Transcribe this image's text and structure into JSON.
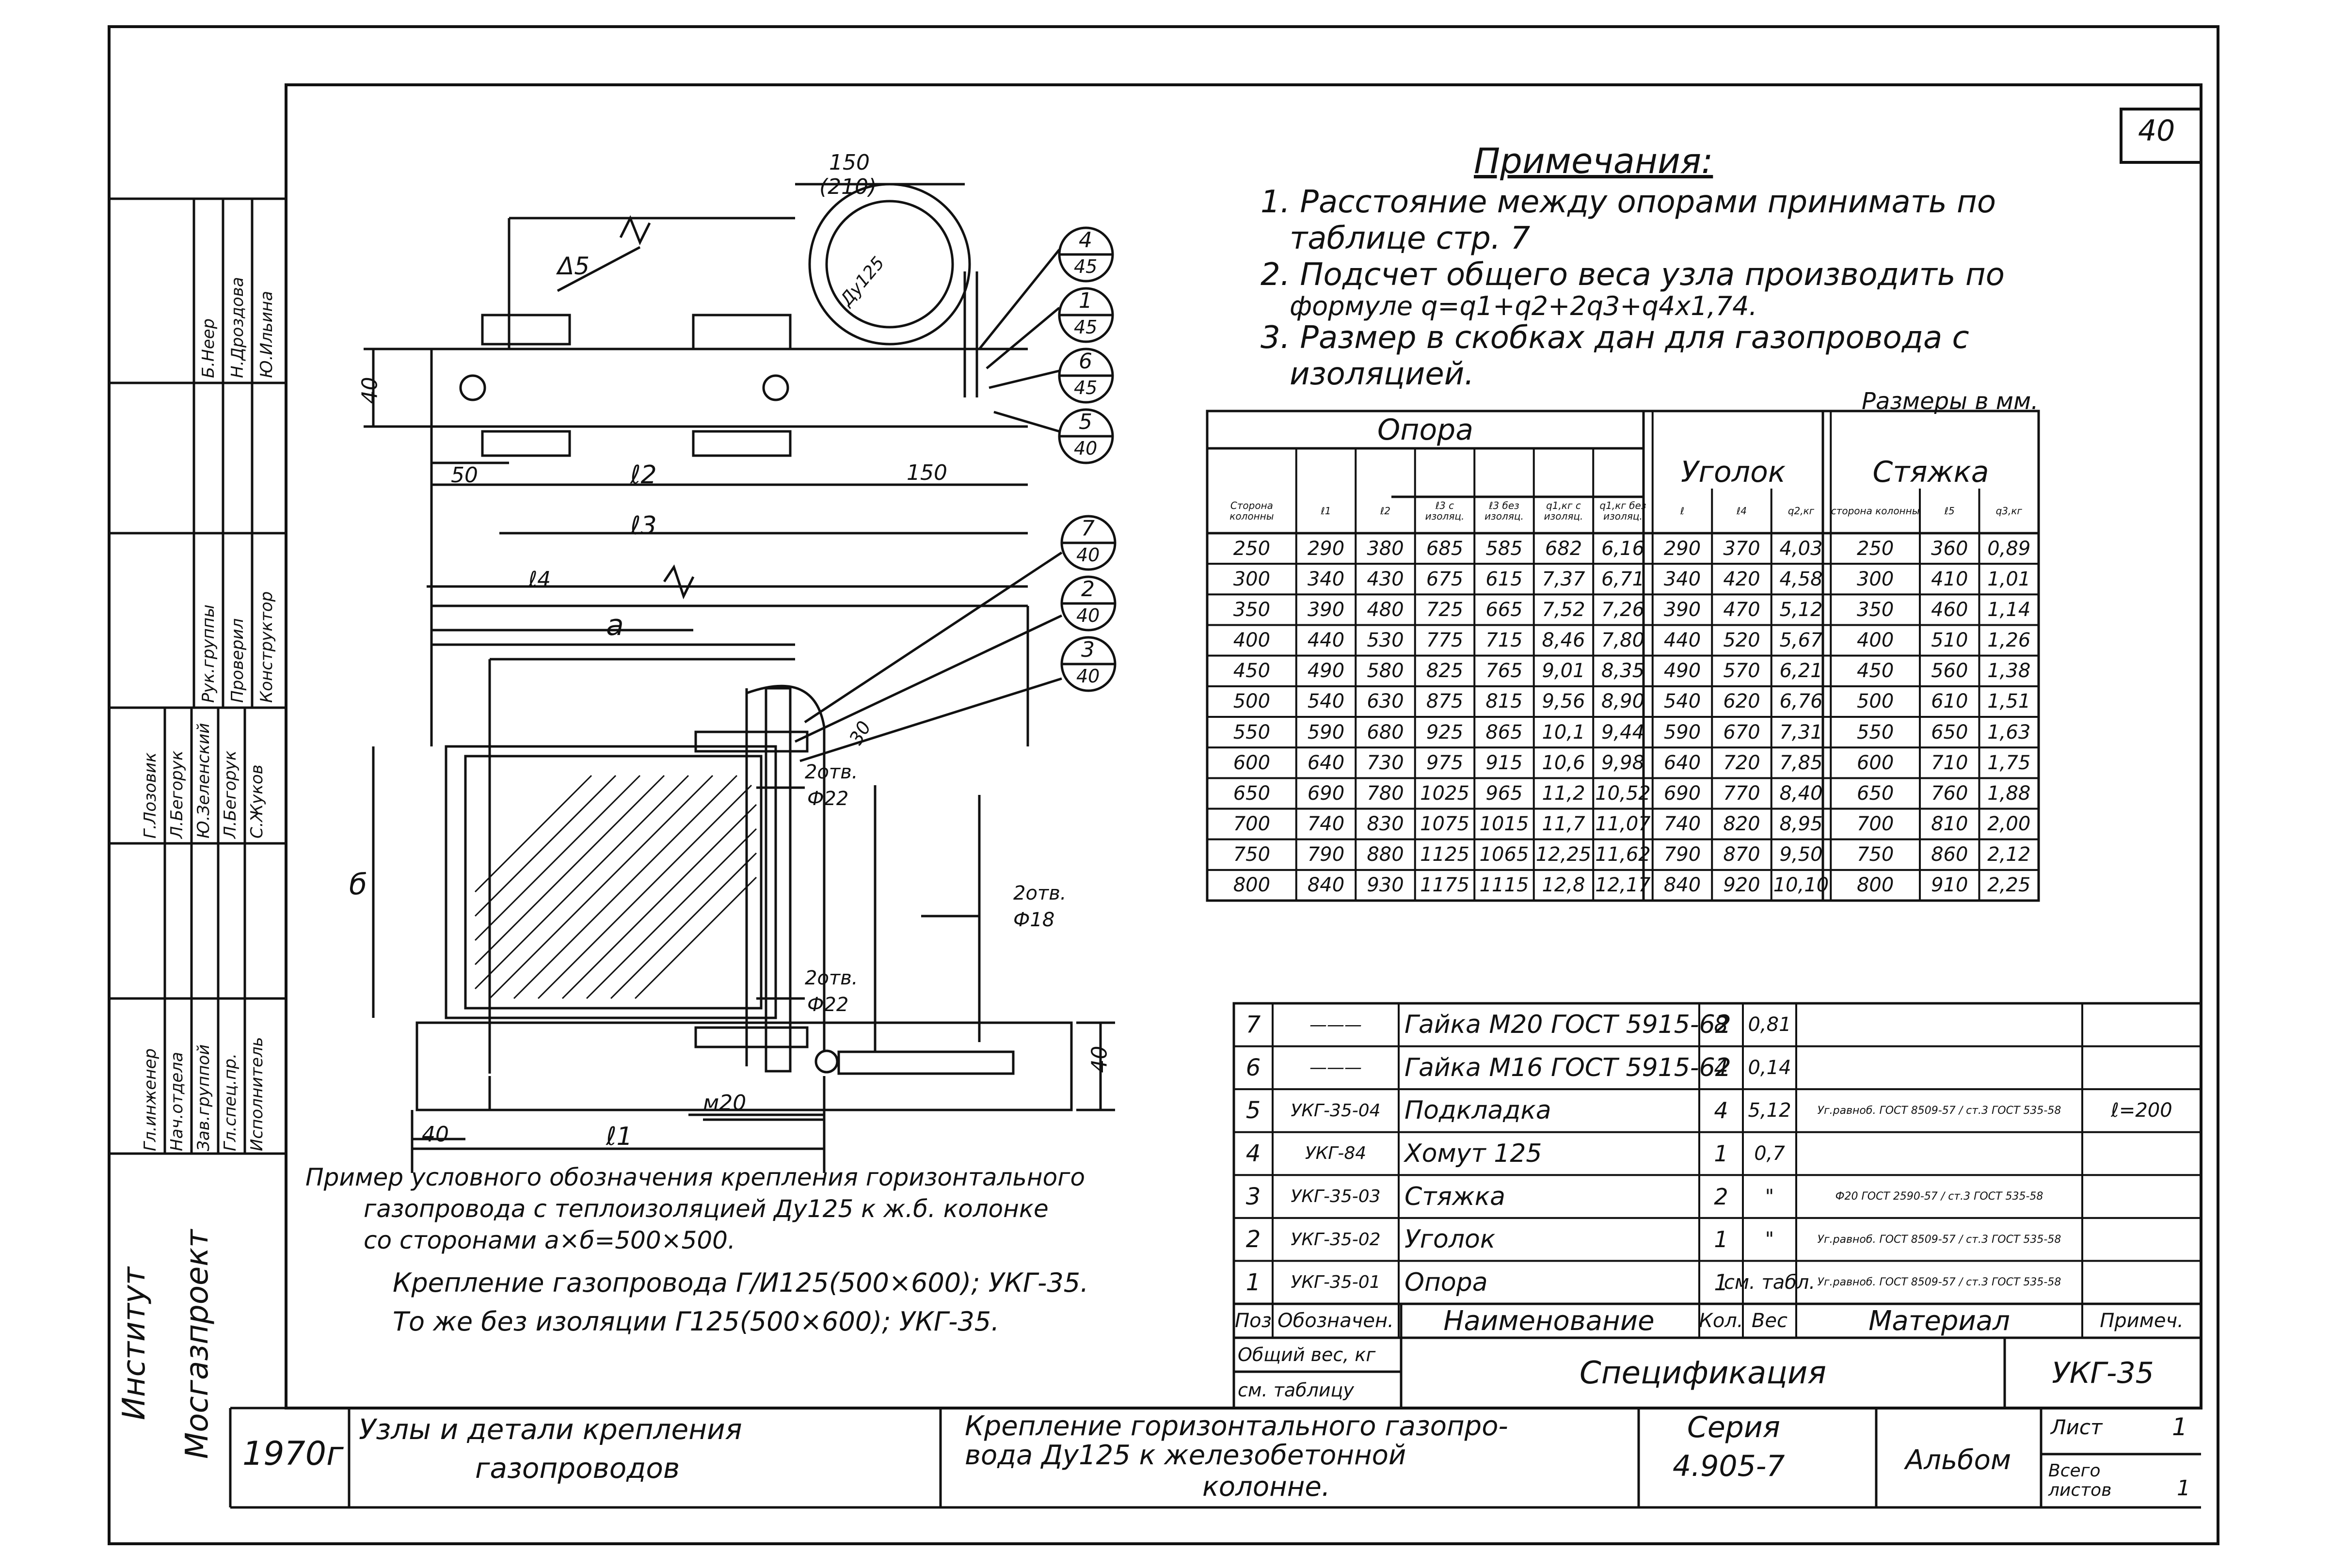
{
  "sheet_number": "40",
  "notes": {
    "title": "Примечания:",
    "items": [
      "1. Расстояние между опорами принимать по",
      "таблице стр. 7",
      "2. Подсчет общего веса узла производить по",
      "формуле q=q1+q2+2q3+q4x1,74.",
      "3. Размер в скобках дан для газопровода с",
      "изоляцией."
    ]
  },
  "dims_label": "Размеры в мм.",
  "dims_table": {
    "group_headers": [
      "Опора",
      "Уголок",
      "Стяжка"
    ],
    "sub_headers": [
      "Сторона колонны",
      "ℓ1",
      "ℓ2",
      "ℓ3 с изоляц.",
      "ℓ3 без изоляц.",
      "q1,кг с изоляц.",
      "q1,кг без изоляц.",
      "ℓ",
      "ℓ4",
      "q2,кг",
      "сторона колонны",
      "ℓ5",
      "q3,кг"
    ],
    "rows": [
      [
        "250",
        "290",
        "380",
        "685",
        "585",
        "682",
        "6,16",
        "290",
        "370",
        "4,03",
        "250",
        "360",
        "0,89"
      ],
      [
        "300",
        "340",
        "430",
        "675",
        "615",
        "7,37",
        "6,71",
        "340",
        "420",
        "4,58",
        "300",
        "410",
        "1,01"
      ],
      [
        "350",
        "390",
        "480",
        "725",
        "665",
        "7,52",
        "7,26",
        "390",
        "470",
        "5,12",
        "350",
        "460",
        "1,14"
      ],
      [
        "400",
        "440",
        "530",
        "775",
        "715",
        "8,46",
        "7,80",
        "440",
        "520",
        "5,67",
        "400",
        "510",
        "1,26"
      ],
      [
        "450",
        "490",
        "580",
        "825",
        "765",
        "9,01",
        "8,35",
        "490",
        "570",
        "6,21",
        "450",
        "560",
        "1,38"
      ],
      [
        "500",
        "540",
        "630",
        "875",
        "815",
        "9,56",
        "8,90",
        "540",
        "620",
        "6,76",
        "500",
        "610",
        "1,51"
      ],
      [
        "550",
        "590",
        "680",
        "925",
        "865",
        "10,1",
        "9,44",
        "590",
        "670",
        "7,31",
        "550",
        "650",
        "1,63"
      ],
      [
        "600",
        "640",
        "730",
        "975",
        "915",
        "10,6",
        "9,98",
        "640",
        "720",
        "7,85",
        "600",
        "710",
        "1,75"
      ],
      [
        "650",
        "690",
        "780",
        "1025",
        "965",
        "11,2",
        "10,52",
        "690",
        "770",
        "8,40",
        "650",
        "760",
        "1,88"
      ],
      [
        "700",
        "740",
        "830",
        "1075",
        "1015",
        "11,7",
        "11,07",
        "740",
        "820",
        "8,95",
        "700",
        "810",
        "2,00"
      ],
      [
        "750",
        "790",
        "880",
        "1125",
        "1065",
        "12,25",
        "11,62",
        "790",
        "870",
        "9,50",
        "750",
        "860",
        "2,12"
      ],
      [
        "800",
        "840",
        "930",
        "1175",
        "1115",
        "12,8",
        "12,17",
        "840",
        "920",
        "10,10",
        "800",
        "910",
        "2,25"
      ]
    ]
  },
  "spec": {
    "rows": [
      {
        "pos": "7",
        "code": "———",
        "name": "Гайка М20 ГОСТ 5915-62",
        "qty": "8",
        "mass": "0,81",
        "material": "",
        "note": ""
      },
      {
        "pos": "6",
        "code": "———",
        "name": "Гайка М16 ГОСТ 5915-62",
        "qty": "4",
        "mass": "0,14",
        "material": "",
        "note": ""
      },
      {
        "pos": "5",
        "code": "УКГ-35-04",
        "name": "Подкладка",
        "qty": "4",
        "mass": "5,12",
        "material": "Уг.равноб. ГОСТ 8509-57 / ст.3 ГОСТ 535-58",
        "note": "ℓ=200"
      },
      {
        "pos": "4",
        "code": "УКГ-84",
        "name": "Хомут 125",
        "qty": "1",
        "mass": "0,7",
        "material": "",
        "note": ""
      },
      {
        "pos": "3",
        "code": "УКГ-35-03",
        "name": "Стяжка",
        "qty": "2",
        "mass": "\"",
        "material": "Ф20 ГОСТ 2590-57 / ст.3 ГОСТ 535-58",
        "note": ""
      },
      {
        "pos": "2",
        "code": "УКГ-35-02",
        "name": "Уголок",
        "qty": "1",
        "mass": "\"",
        "material": "Уг.равноб. ГОСТ 8509-57 / ст.3 ГОСТ 535-58",
        "note": ""
      },
      {
        "pos": "1",
        "code": "УКГ-35-01",
        "name": "Опора",
        "qty": "1",
        "mass": "см. табл.",
        "material": "Уг.равноб. ГОСТ 8509-57 / ст.3 ГОСТ 535-58",
        "note": ""
      }
    ],
    "headers": {
      "pos": "Поз",
      "code": "Обозначен.",
      "name": "Наименование",
      "qty": "Кол.",
      "mass": "Вес",
      "material": "Материал",
      "note": "Примеч."
    },
    "total_mass_label": "Общий вес, кг",
    "total_mass_ref": "см. таблицу",
    "title": "Спецификация",
    "code": "УКГ-35"
  },
  "caption": [
    "Пример условного обозначения крепления горизонтального",
    "газопровода с теплоизоляцией Ду125 к ж.б. колонке",
    "со сторонами а×б=500×500.",
    "Крепление газопровода Г/И125(500×600); УКГ-35.",
    "То же без изоляции Г125(500×600); УКГ-35."
  ],
  "title_block": {
    "org_line1": "Институт",
    "org_line2": "Мосгазпроект",
    "year": "1970г",
    "album_title_1": "Узлы и детали крепления",
    "album_title_2": "газопроводов",
    "sheet_title_1": "Крепление горизонтального газопро-",
    "sheet_title_2": "вода Ду125 к железобетонной",
    "sheet_title_3": "колонне.",
    "series_label": "Серия",
    "series_value": "4.905-7",
    "album": "Альбом",
    "sheet_label": "Лист",
    "sheet_value": "1",
    "total_label": "Всего листов",
    "total_value": "1"
  },
  "sign_block": {
    "roles": [
      "Гл.инженер",
      "Нач.отдела",
      "Зав.группой",
      "Гл.спец.пр.",
      "Исполнитель"
    ],
    "names": [
      "Г.Лозовик",
      "Л.Бегорук",
      "Ю.Зеленский",
      "Л.Бегорук",
      "С.Жуков"
    ],
    "roles2": [
      "Рук.группы",
      "Проверил",
      "Конструктор"
    ],
    "names2": [
      "Б.Неер",
      "Н.Дроздова",
      "Ю.Ильина"
    ]
  },
  "drawing_labels": {
    "weld": "Δ5",
    "d150": "150",
    "d210": "(210)",
    "du125": "Ду125",
    "d40a": "40",
    "d50": "50",
    "l2": "ℓ2",
    "d150b": "150",
    "l3": "ℓ3",
    "l4": "ℓ4",
    "a": "а",
    "b": "б",
    "l1": "ℓ1",
    "d40b": "40",
    "d40c": "40",
    "m20": "м20",
    "h2otv1": "2отв.",
    "h22a": "Ф22",
    "h2otv2": "2отв.",
    "h18": "Ф18",
    "h2otv3": "2отв.",
    "h22b": "Ф22",
    "d30": "30",
    "callouts": [
      {
        "n": "4",
        "s": "45"
      },
      {
        "n": "1",
        "s": "45"
      },
      {
        "n": "6",
        "s": "45"
      },
      {
        "n": "5",
        "s": "40"
      },
      {
        "n": "7",
        "s": "40"
      },
      {
        "n": "2",
        "s": "40"
      },
      {
        "n": "3",
        "s": "40"
      }
    ]
  }
}
